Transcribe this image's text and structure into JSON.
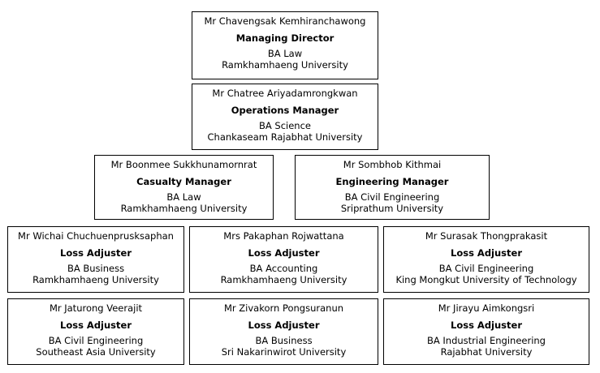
{
  "staff": [
    {
      "name": "Mr Chavengsak Kemhiranchawong",
      "title": "Managing Director",
      "degree": "BA Law",
      "school": "Ramkhamhaeng University"
    },
    {
      "name": "Mr Chatree Ariyadamrongkwan",
      "title": "Operations Manager",
      "degree": "BA Science",
      "school": "Chankaseam Rajabhat University"
    },
    {
      "name": "Mr Boonmee Sukkhunamornrat",
      "title": "Casualty Manager",
      "degree": "BA Law",
      "school": "Ramkhamhaeng University"
    },
    {
      "name": "Mr Sombhob Kithmai",
      "title": "Engineering Manager",
      "degree": "BA Civil Engineering",
      "school": "Sriprathum University"
    },
    {
      "name": "Mr Wichai Chuchuenprusksaphan",
      "title": "Loss Adjuster",
      "degree": "BA Business",
      "school": "Ramkhamhaeng University"
    },
    {
      "name": "Mrs Pakaphan Rojwattana",
      "title": "Loss Adjuster",
      "degree": "BA Accounting",
      "school": "Ramkhamhaeng University"
    },
    {
      "name": "Mr Surasak Thongprakasit",
      "title": "Loss Adjuster",
      "degree": "BA Civil Engineering",
      "school": "King Mongkut University of Technology"
    },
    {
      "name": "Mr Jaturong Veerajit",
      "title": "Loss Adjuster",
      "degree": "BA Civil Engineering",
      "school": "Southeast Asia University"
    },
    {
      "name": "Mr Zivakorn Pongsuranun",
      "title": "Loss Adjuster",
      "degree": "BA Business",
      "school": "Sri Nakarinwirot University"
    },
    {
      "name": "Mr Jirayu Aimkongsri",
      "title": "Loss Adjuster",
      "degree": "BA Industrial Engineering",
      "school": "Rajabhat University"
    }
  ]
}
